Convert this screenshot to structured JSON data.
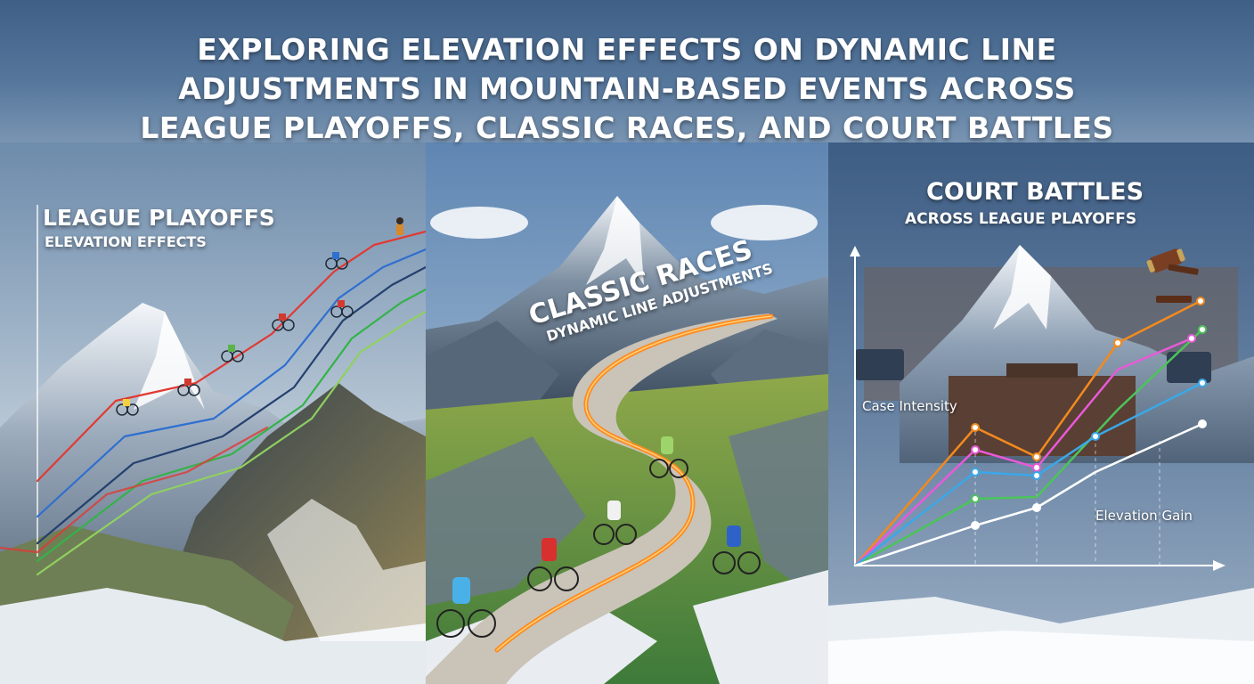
{
  "title": {
    "line1": "EXPLORING ELEVATION EFFECTS ON DYNAMIC LINE",
    "line2": "ADJUSTMENTS IN MOUNTAIN-BASED EVENTS ACROSS",
    "line3": "LEAGUE PLAYOFFS, CLASSIC RACES, AND COURT BATTLES"
  },
  "left_panel": {
    "heading": "LEAGUE PLAYOFFS",
    "subheading": "ELEVATION EFFECTS",
    "line_colors": [
      "#e03a34",
      "#2f6fd0",
      "#24406e",
      "#35b24a",
      "#8fd060"
    ]
  },
  "middle_panel": {
    "heading": "CLASSIC RACES",
    "subheading": "DYNAMIC LINE ADJUSTMENTS",
    "route_color": "#ff8a1e"
  },
  "right_panel": {
    "heading": "COURT BATTLES",
    "subheading": "ACROSS LEAGUE PLAYOFFS",
    "y_axis_label": "Case Intensity",
    "x_axis_label": "Elevation Gain",
    "gavel_icon": "gavel-icon",
    "line_colors": [
      "#f28a1e",
      "#e85ad8",
      "#4cc45a",
      "#3aa8e8",
      "#ffffff"
    ]
  }
}
